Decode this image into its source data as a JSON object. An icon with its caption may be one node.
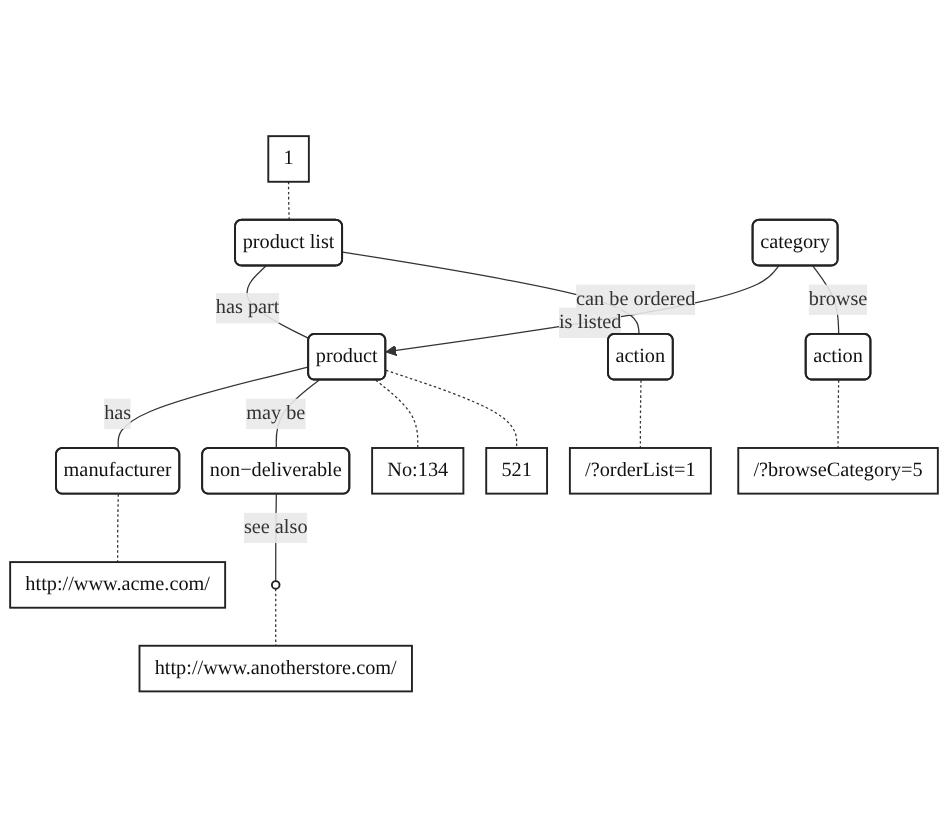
{
  "diagram": {
    "nodes": [
      {
        "text": [
          "product list"
        ]
      },
      {
        "text": [
          "1"
        ]
      },
      {
        "text": [
          "category"
        ]
      },
      {
        "text": [
          "product"
        ]
      },
      {
        "text": [
          "action"
        ]
      },
      {
        "text": [
          "action"
        ]
      },
      {
        "text": [
          "manufacturer"
        ]
      },
      {
        "text": [
          "non−deliverable"
        ]
      },
      {
        "text": [],
        "shape": "circle"
      },
      {
        "text": [
          "/?browseCategory=5"
        ]
      },
      {
        "text": [
          "No:134"
        ]
      },
      {
        "text": [
          "521"
        ]
      },
      {
        "text": [
          "http://www.anotherstore.com/"
        ]
      },
      {
        "text": [
          "/?orderList=1"
        ]
      },
      {
        "text": [
          "http://www.acme.com/"
        ]
      }
    ],
    "edges": [
      {
        "from": 1,
        "to": 0,
        "arrow": "none",
        "style": "dashed"
      },
      {
        "from": 0,
        "to": 3,
        "arrow": "none",
        "label": "has part"
      },
      {
        "from": 0,
        "to": 4,
        "arrow": "none",
        "label": "can be ordered"
      },
      {
        "from": 2,
        "to": 3,
        "arrow": "to",
        "label": "is listed"
      },
      {
        "from": 2,
        "to": 5,
        "arrow": "none",
        "label": "browse"
      },
      {
        "from": 3,
        "to": 6,
        "arrow": "none",
        "label": "has"
      },
      {
        "from": 3,
        "to": 7,
        "arrow": "none",
        "label": "may be"
      },
      {
        "from": 7,
        "to": 8,
        "arrow": "none",
        "label": "see also"
      },
      {
        "from": 5,
        "to": 9,
        "arrow": "none",
        "style": "dashed"
      },
      {
        "from": 3,
        "to": 10,
        "arrow": "none",
        "style": "dashed"
      },
      {
        "from": 3,
        "to": 11,
        "arrow": "none",
        "style": "dashed"
      },
      {
        "from": 8,
        "to": 12,
        "arrow": "none",
        "style": "dashed"
      },
      {
        "from": 4,
        "to": 13,
        "arrow": "none",
        "style": "dashed"
      },
      {
        "from": 6,
        "to": 14,
        "arrow": "none",
        "style": "dashed"
      }
    ]
  }
}
